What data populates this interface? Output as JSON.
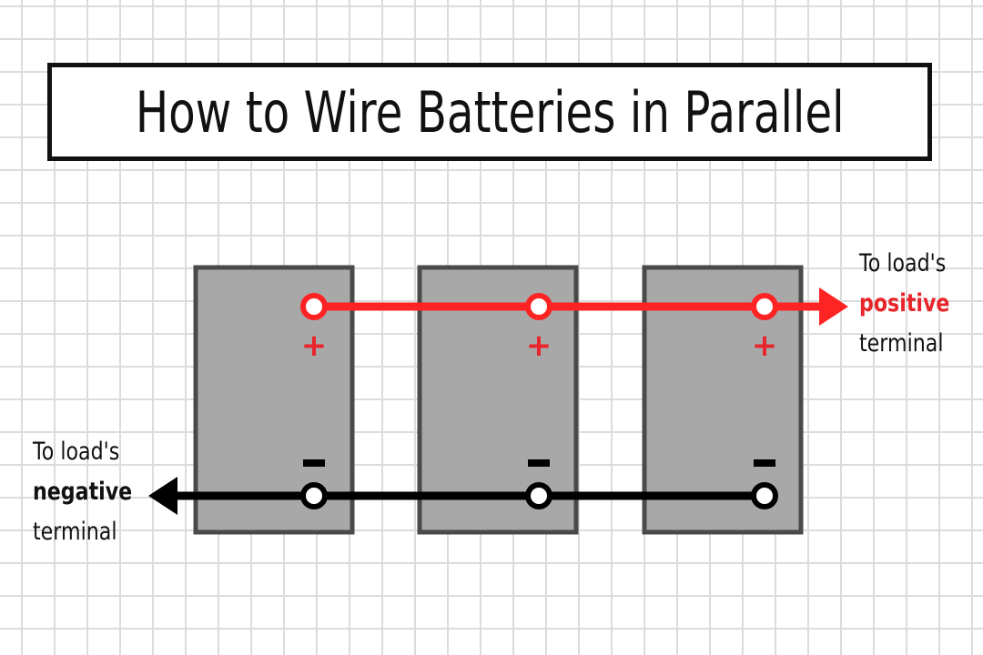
{
  "title": "How to Wire Batteries in Parallel",
  "positive_label": {
    "line1": "To load's",
    "line2": "positive",
    "line3": "terminal"
  },
  "negative_label": {
    "line1": "To load's",
    "line2": "negative",
    "line3": "terminal"
  },
  "terminal_symbols": {
    "plus": "+",
    "minus": "–"
  },
  "colors": {
    "positive_wire": "#ff2424",
    "negative_wire": "#000000",
    "battery_fill": "#a8a8a8",
    "battery_stroke": "#4a4a4a",
    "plus_sign": "#e8252a"
  },
  "batteries": [
    {
      "id": "battery-1"
    },
    {
      "id": "battery-2"
    },
    {
      "id": "battery-3"
    }
  ]
}
